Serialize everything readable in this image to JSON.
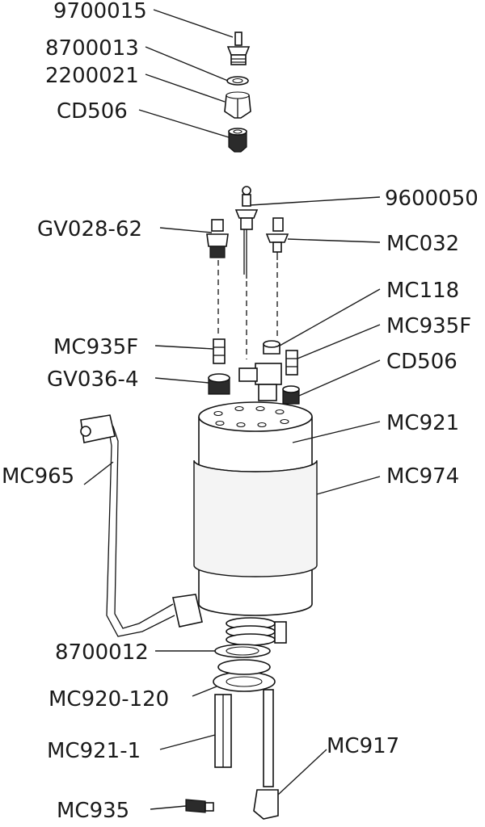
{
  "labels": {
    "p9700015": "9700015",
    "p8700013": "8700013",
    "p2200021": "2200021",
    "pCD506_top": "CD506",
    "p9600050": "9600050",
    "pGV028_62": "GV028-62",
    "pMC032": "MC032",
    "pMC118": "MC118",
    "pMC935F_left": "MC935F",
    "pMC935F_right": "MC935F",
    "pGV036_4": "GV036-4",
    "pCD506_mid": "CD506",
    "pMC921": "MC921",
    "pMC965": "MC965",
    "pMC974": "MC974",
    "p8700012": "8700012",
    "pMC920_120": "MC920-120",
    "pMC921_1": "MC921-1",
    "pMC917": "MC917",
    "pMC935": "MC935"
  }
}
